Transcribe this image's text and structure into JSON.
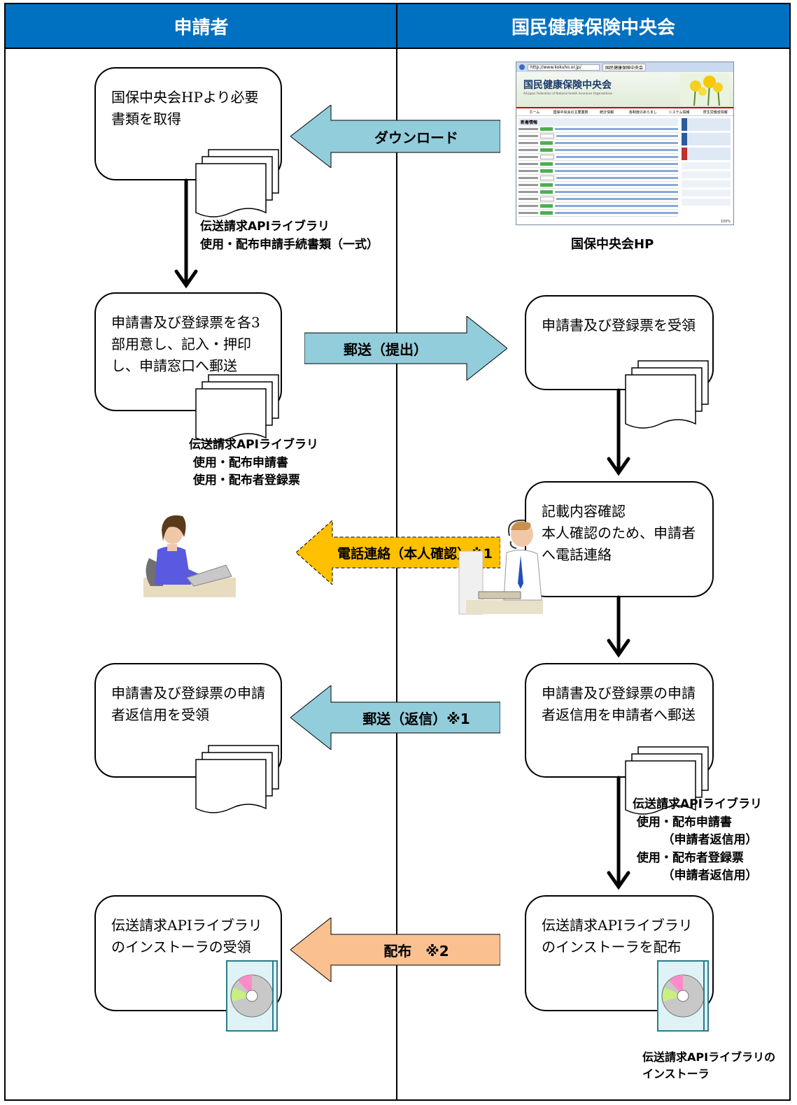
{
  "headers": {
    "left": "申請者",
    "right": "国民健康保険中央会"
  },
  "website": {
    "url": "http://www.kokuho.or.jp/",
    "tab_title": "国民健康保険中央会",
    "site_title": "国民健康保険中央会",
    "site_subtitle": "All Japan Federation of National Health Insurance Organizations",
    "nav": [
      "ホーム",
      "国保中央会の主要業務",
      "統計情報",
      "各制度のあらまし",
      "システム情報",
      "厚生労働省情報"
    ],
    "section_title": "新着情報",
    "zoom": "100%"
  },
  "boxes": {
    "acquire": "国保中央会HPより必要書類を取得",
    "prepare": "申請書及び登録票を各3部用意し、記入・押印し、申請窓口へ郵送",
    "receive": "申請書及び登録票を受領",
    "check": "記載内容確認\n本人確認のため、申請者へ電話連絡",
    "return_receive": "申請書及び登録票の申請者返信用を受領",
    "return_send": "申請書及び登録票の申請者返信用を申請者へ郵送",
    "installer_receive": "伝送請求APIライブラリのインストーラの受領",
    "installer_distribute": "伝送請求APIライブラリのインストーラを配布"
  },
  "arrows": {
    "download": "ダウンロード",
    "mail_submit": "郵送（提出）",
    "phone": "電話連絡（本人確認）※1",
    "mail_return": "郵送（返信）※1",
    "distribute": "配布　※2"
  },
  "labels": {
    "hp": "国保中央会HP",
    "doc_set": "伝送請求APIライブラリ\n使用・配布申請手続書類（一式）",
    "application": "伝送請求APIライブラリ\n 使用・配布申請書\n 使用・配布者登録票",
    "return_docs": "伝送請求APIライブラリ\n 使用・配布申請書\n　　　（申請者返信用）\n 使用・配布者登録票\n　　　（申請者返信用）",
    "installer": "伝送請求APIライブラリの\nインストーラ"
  },
  "colors": {
    "header": "#0070c0",
    "arrow_blue": "#92cddc",
    "arrow_phone": "#ffc000",
    "arrow_distribute": "#fac090"
  }
}
